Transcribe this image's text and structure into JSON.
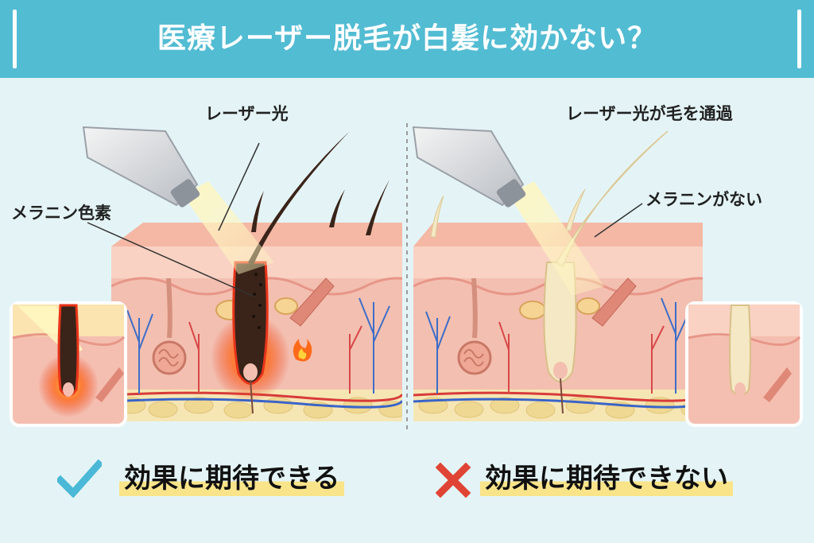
{
  "header": {
    "title": "医療レーザー脱毛が白髪に効かない？"
  },
  "left_panel": {
    "laser_label": "レーザー光",
    "melanin_label": "メラニン色素",
    "result": "効果に期待できる",
    "result_icon": "check-icon"
  },
  "right_panel": {
    "laser_label": "レーザー光が毛を通過",
    "melanin_label": "メラニンがない",
    "result": "効果に期待できない",
    "result_icon": "cross-icon"
  },
  "colors": {
    "header": "#52bcd3",
    "background": "#e4f4f6",
    "check": "#4ab8d6",
    "cross": "#e04434",
    "highlight": "#fae48a",
    "skin": "#f6c5b5",
    "fat": "#f6e6b4",
    "dark_hair": "#3a2419",
    "white_hair": "#f5e8c4"
  }
}
